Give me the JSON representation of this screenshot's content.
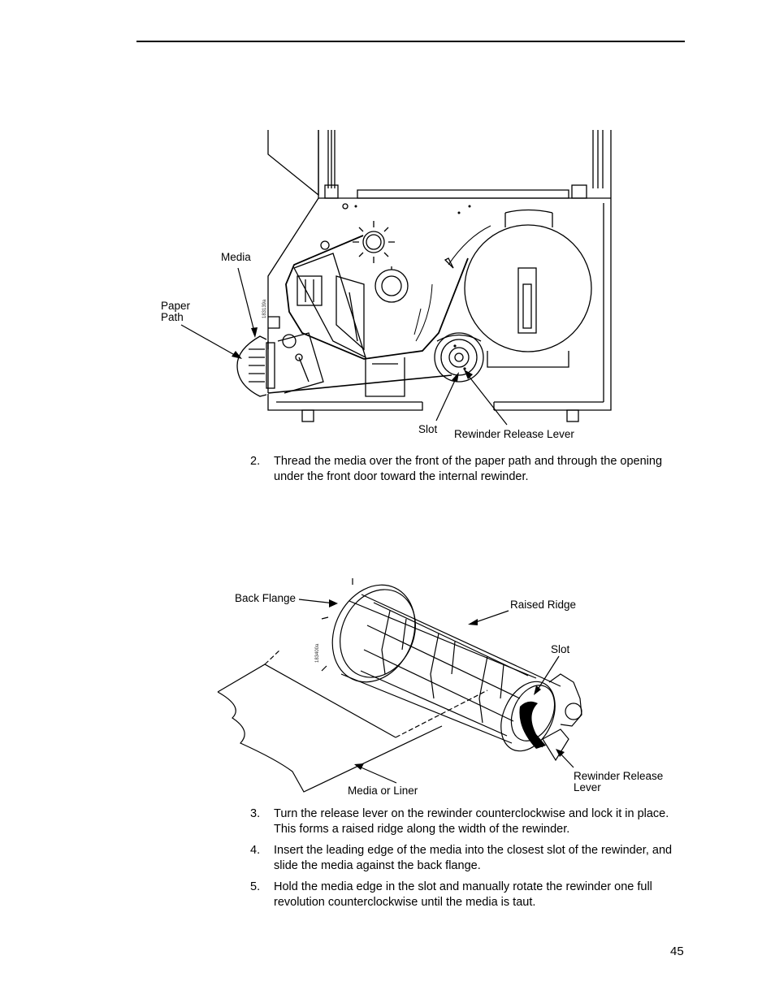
{
  "figure1": {
    "labels": {
      "media": "Media",
      "paper_path": "Paper\nPath",
      "slot": "Slot",
      "rewinder_release_lever": "Rewinder Release Lever"
    },
    "code": "183139a"
  },
  "figure2": {
    "labels": {
      "back_flange": "Back Flange",
      "raised_ridge": "Raised Ridge",
      "slot": "Slot",
      "rewinder_release_lever": "Rewinder Release\nLever",
      "media_or_liner": "Media or Liner"
    },
    "code": "183400a"
  },
  "steps": [
    {
      "num": "2.",
      "text": "Thread the media over the front of the paper path and through the opening under the front door toward the internal rewinder."
    },
    {
      "num": "3.",
      "text": "Turn the release lever on the rewinder counterclockwise and lock it in place. This forms a raised ridge along the width of the rewinder."
    },
    {
      "num": "4.",
      "text": "Insert the leading edge of the media into the closest slot of the rewinder, and slide the media against the back flange."
    },
    {
      "num": "5.",
      "text": "Hold the media edge in the slot and manually rotate the rewinder one full revolution counterclockwise until the media is taut."
    }
  ],
  "page_number": "45"
}
